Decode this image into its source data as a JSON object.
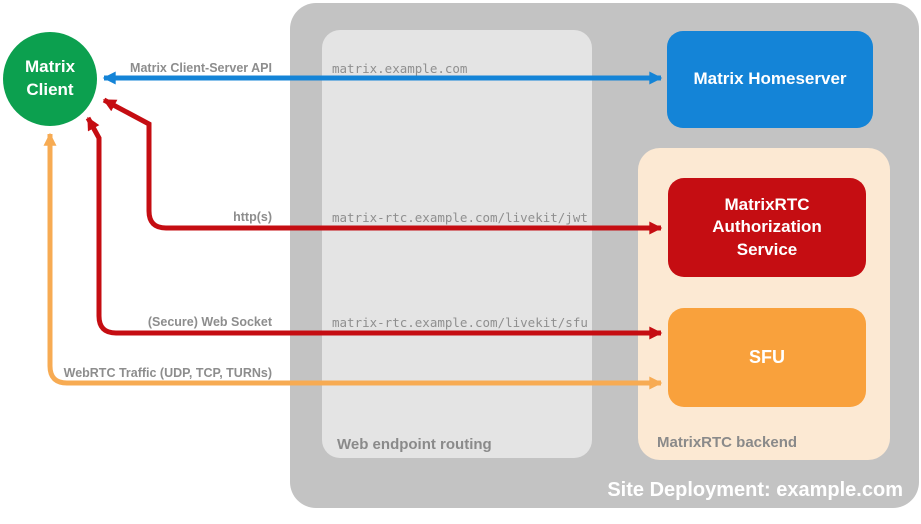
{
  "site": {
    "label": "Site Deployment: example.com"
  },
  "client": {
    "label": "Matrix\nClient"
  },
  "homeserver": {
    "label": "Matrix Homeserver"
  },
  "routing": {
    "label": "Web endpoint routing",
    "endpoints": [
      "matrix.example.com",
      "matrix-rtc.example.com/livekit/jwt",
      "matrix-rtc.example.com/livekit/sfu"
    ]
  },
  "backend": {
    "label": "MatrixRTC backend",
    "auth_label": "MatrixRTC Authorization Service",
    "sfu_label": "SFU"
  },
  "edges": [
    {
      "label": "Matrix Client-Server API",
      "color": "#1484d7"
    },
    {
      "label": "http(s)",
      "color": "#c50d12"
    },
    {
      "label": "(Secure) Web Socket",
      "color": "#c50d12"
    },
    {
      "label": "WebRTC Traffic (UDP, TCP, TURNs)",
      "color": "#f7ab53"
    }
  ],
  "colors": {
    "client_green": "#0ca04f",
    "homeserver_blue": "#1484d7",
    "auth_red": "#c50d12",
    "sfu_orange": "#f9a13c",
    "webrtc_arrow_orange": "#f7ab53",
    "site_container_gray": "#c3c3c3",
    "routing_container_gray": "#e4e4e4",
    "backend_container_peach": "#fce9d3",
    "label_gray": "#8d8d8d"
  }
}
